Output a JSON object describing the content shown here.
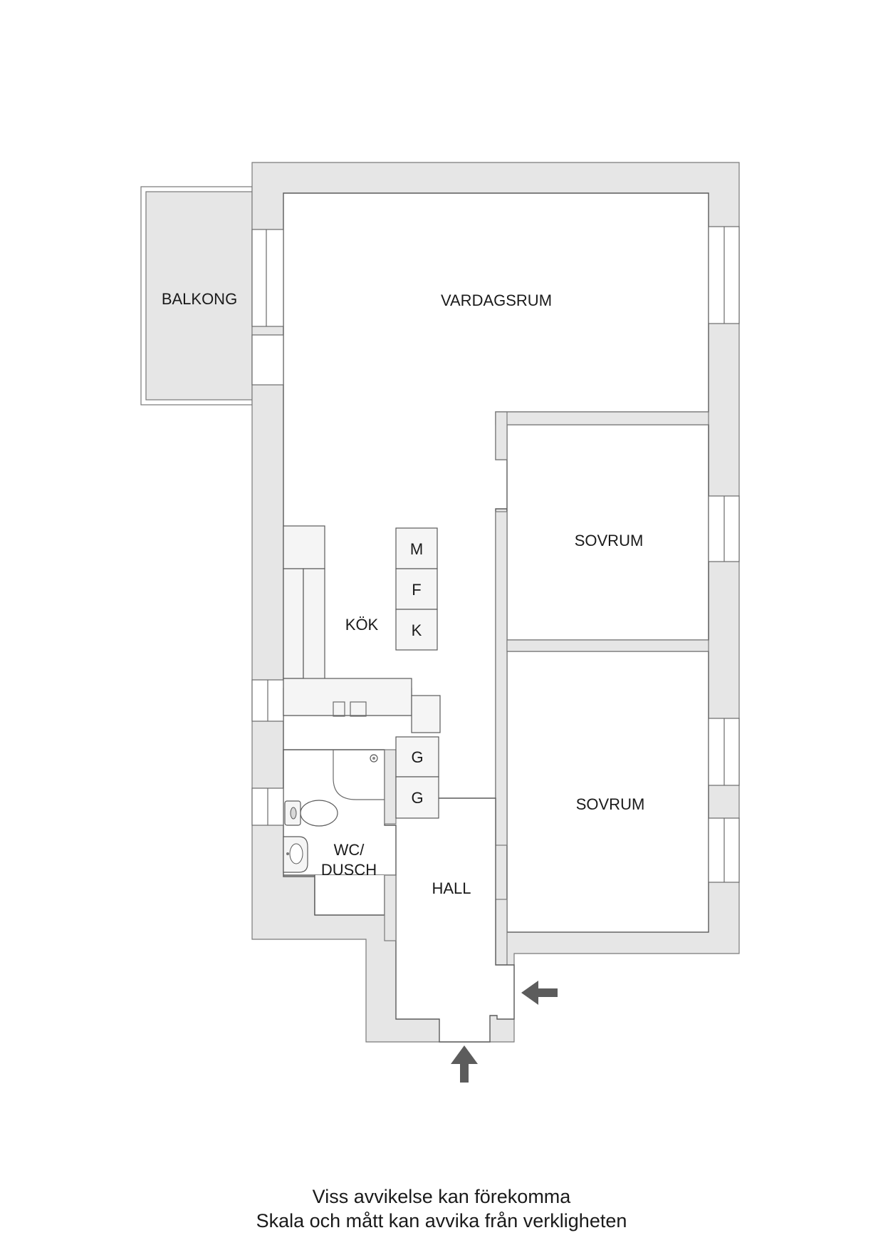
{
  "rooms": {
    "balcony": "BALKONG",
    "living_room": "VARDAGSRUM",
    "bedroom_1": "SOVRUM",
    "bedroom_2": "SOVRUM",
    "kitchen": "KÖK",
    "bathroom_line1": "WC/",
    "bathroom_line2": "DUSCH",
    "hall": "HALL"
  },
  "appliances": {
    "microwave": "M",
    "fridge": "F",
    "freezer": "K",
    "closet_1": "G",
    "closet_2": "G"
  },
  "footer": {
    "line1": "Viss avvikelse kan förekomma",
    "line2": "Skala och mått kan avvika från verkligheten"
  },
  "colors": {
    "wall": "#e6e6e6",
    "outline": "#5a5a5a",
    "arrow": "#5c5c5c"
  },
  "icons": [
    "entrance-arrow-icon",
    "toilet-icon",
    "sink-icon",
    "shower-icon",
    "stove-icon"
  ]
}
